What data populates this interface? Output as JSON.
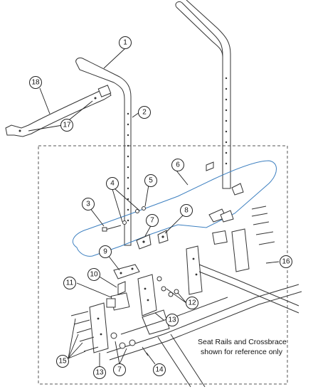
{
  "callouts": [
    {
      "label": "1"
    },
    {
      "label": "2"
    },
    {
      "label": "18"
    },
    {
      "label": "17"
    },
    {
      "label": "6"
    },
    {
      "label": "5"
    },
    {
      "label": "4"
    },
    {
      "label": "3"
    },
    {
      "label": "8"
    },
    {
      "label": "7"
    },
    {
      "label": "9"
    },
    {
      "label": "10"
    },
    {
      "label": "11"
    },
    {
      "label": "16"
    },
    {
      "label": "12"
    },
    {
      "label": "13"
    },
    {
      "label": "15"
    },
    {
      "label": "13"
    },
    {
      "label": "7"
    },
    {
      "label": "14"
    }
  ],
  "note": {
    "line1": "Seat Rails and Crossbrace",
    "line2": "shown for reference only"
  },
  "colors": {
    "upholstery_outline": "#3c7fc0",
    "line_art": "#333333"
  }
}
